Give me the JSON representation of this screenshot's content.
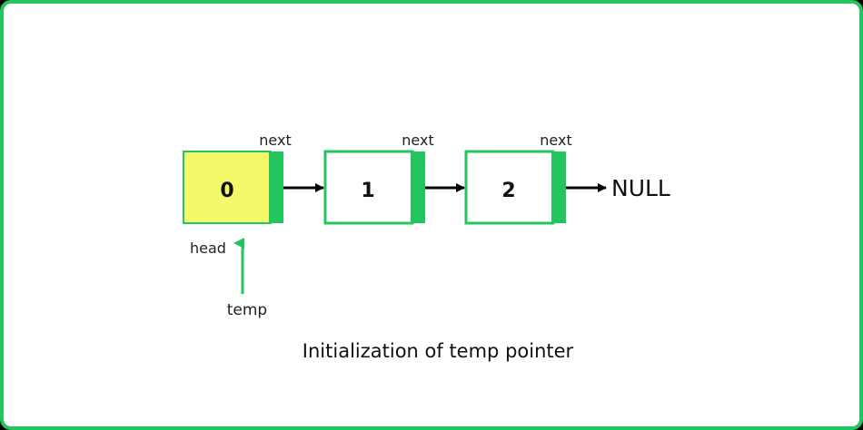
{
  "nodes": [
    {
      "value": "0",
      "next_label": "next",
      "fill": "#f5f86a",
      "highlighted": true
    },
    {
      "value": "1",
      "next_label": "next",
      "fill": "#ffffff",
      "highlighted": false
    },
    {
      "value": "2",
      "next_label": "next",
      "fill": "#ffffff",
      "highlighted": false
    }
  ],
  "null_label": "NULL",
  "head_label": "head",
  "pointer_label": "temp",
  "caption": "Initialization of temp pointer",
  "colors": {
    "border": "#22c55e",
    "next_bar": "#22c55e",
    "head_fill": "#f5f86a",
    "pointer_arrow": "#22c55e",
    "link_arrow": "#000000"
  }
}
